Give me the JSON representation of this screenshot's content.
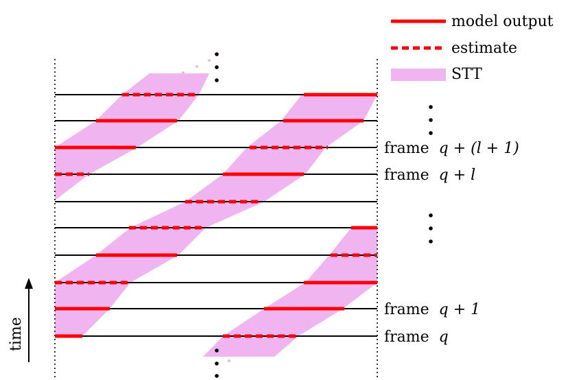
{
  "legend": {
    "model_output": "model output",
    "estimate": "estimate",
    "stt": "STT"
  },
  "time_label": "time",
  "frame_labels": {
    "q_l1": {
      "word": "frame",
      "math": "q + (l + 1)"
    },
    "q_l": {
      "word": "frame",
      "math": "q + l"
    },
    "q_1": {
      "word": "frame",
      "math": "q + 1"
    },
    "q": {
      "word": "frame",
      "math": "q"
    }
  },
  "colors": {
    "model_output": "#ff0000",
    "estimate": "#ff0000",
    "stt": "#f0b4f0",
    "frame_line": "#000000"
  }
}
